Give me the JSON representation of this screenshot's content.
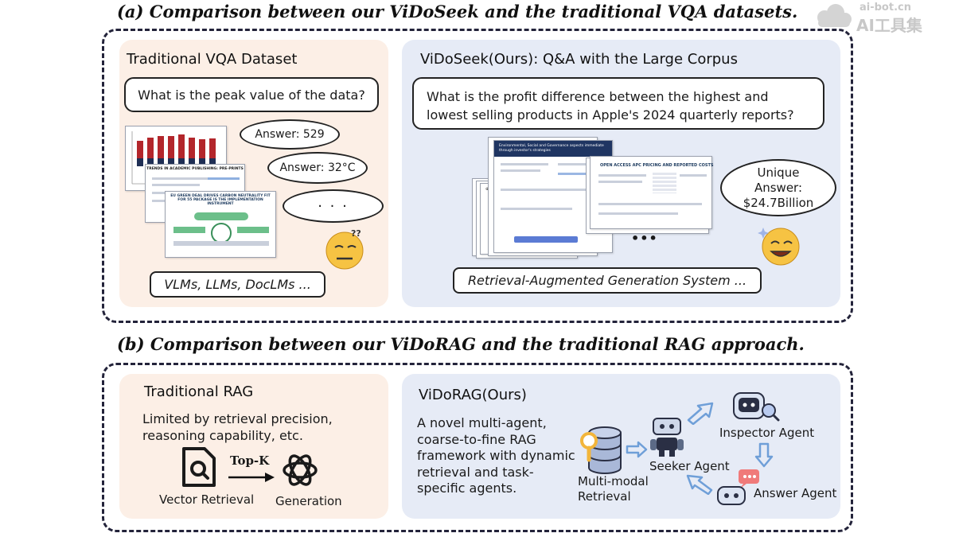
{
  "watermark": {
    "line1": "ai-bot.cn",
    "line2": "AI工具集"
  },
  "section_a": {
    "title": "(a) Comparison between our ViDoSeek and the traditional VQA datasets.",
    "left": {
      "title": "Traditional VQA Dataset",
      "question": "What is the peak value of the data?",
      "answer1": "Answer: 529",
      "answer2": "Answer: 32°C",
      "ellipsis": "· · ·",
      "doc1_title": "TRENDS IN ACADEMIC PUBLISHING: PRE-PRINTS",
      "doc2_title": "EU GREEN DEAL DRIVES CARBON NEUTRALITY FIT FOR 55 PACKAGE IS THE IMPLEMENTATION INSTRUMENT",
      "models": "VLMs, LLMs, DocLMs ..."
    },
    "right": {
      "title": "ViDoSeek(Ours): Q&A with the Large Corpus",
      "question": "What is the profit difference between the highest and lowest selling products in Apple's 2024 quarterly reports?",
      "doc1_title": "Environmental, Social and Governance aspects immediate through investor's strategies",
      "doc2_title": "OPEN ACCESS APC PRICING AND REPORTED COSTS",
      "dots": "•••",
      "answer": "Unique Answer: $24.7Billion",
      "system": "Retrieval-Augmented Generation System ..."
    }
  },
  "section_b": {
    "title": "(b) Comparison between our ViDoRAG and the traditional RAG approach.",
    "left": {
      "title": "Traditional RAG",
      "desc": "Limited by retrieval precision, reasoning capability, etc.",
      "topk": "Top-K",
      "vector": "Vector Retrieval",
      "generation": "Generation"
    },
    "right": {
      "title": "ViDoRAG(Ours)",
      "desc": "A novel multi-agent, coarse-to-fine RAG framework with dynamic retrieval and task-specific agents.",
      "multimodal": "Multi-modal Retrieval",
      "seeker": "Seeker Agent",
      "inspector": "Inspector Agent",
      "answer": "Answer Agent"
    }
  },
  "colors": {
    "frame": "#23233a",
    "peach_panel": "#fcefe6",
    "blue_panel": "#e6ebf6",
    "arrow_blue": "#6f9fd8",
    "emoji": "#f6c343",
    "bar_red": "#b3262b",
    "bar_navy": "#1f2f55"
  },
  "icons": [
    "thinking-face-icon",
    "smiling-face-icon",
    "search-doc-icon",
    "openai-logo-icon",
    "database-search-icon",
    "robot-icon",
    "speech-icon"
  ]
}
